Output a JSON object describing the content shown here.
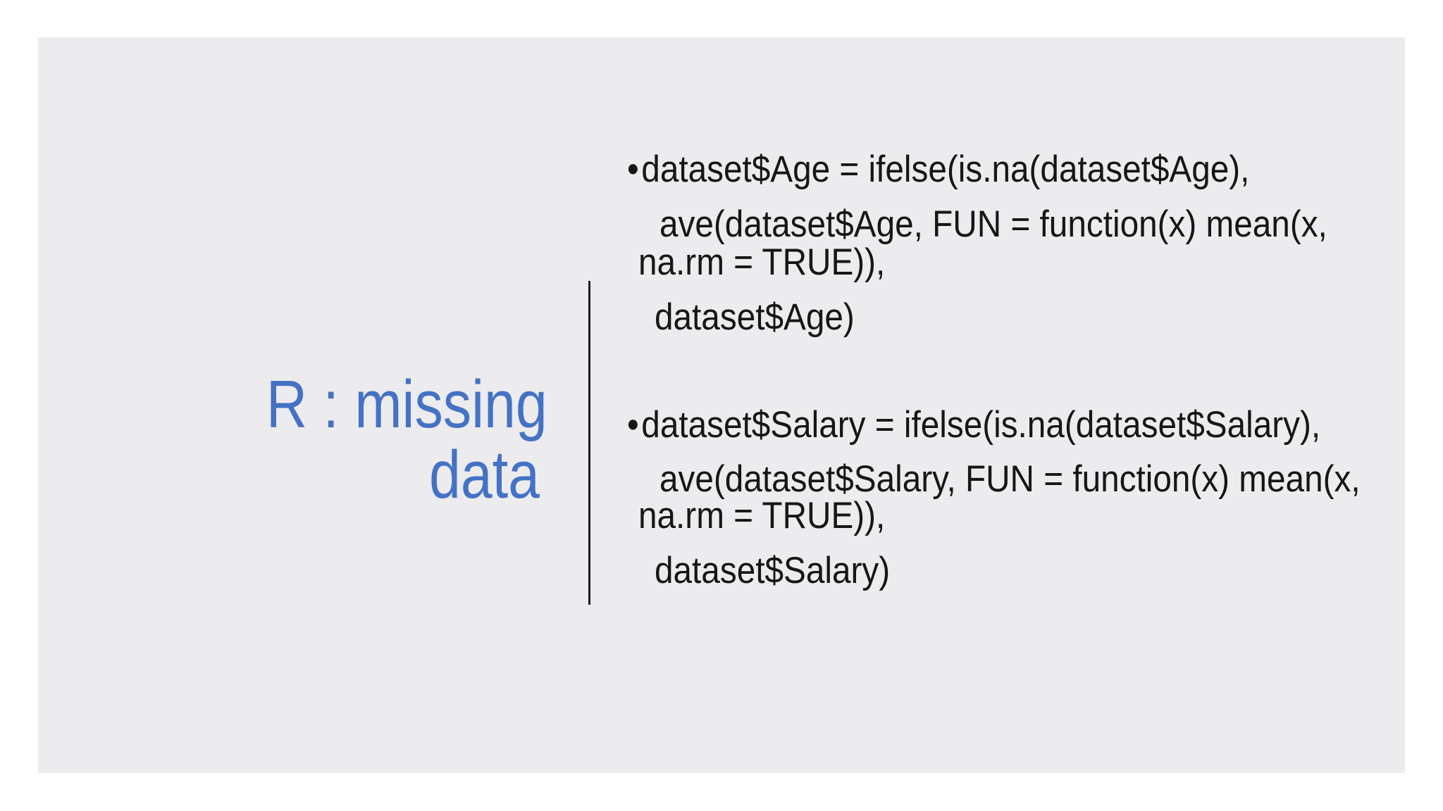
{
  "slide": {
    "background_color": "#ecebed",
    "page_background_color": "#ffffff",
    "title": {
      "line1": "R : missing",
      "line2": "data",
      "color": "#4472c4"
    },
    "divider_color": "#1c1c1c",
    "text_color": "#161616",
    "bullet_char": "•",
    "bullets": [
      {
        "lines": [
          "dataset$Age = ifelse(is.na(dataset$Age),",
          "ave(dataset$Age, FUN = function(x) mean(x,",
          "na.rm = TRUE)),",
          "dataset$Age)"
        ]
      },
      {
        "lines": [
          "dataset$Salary = ifelse(is.na(dataset$Salary),",
          "ave(dataset$Salary, FUN = function(x) mean(x,",
          "na.rm = TRUE)),",
          "dataset$Salary)"
        ]
      }
    ]
  }
}
